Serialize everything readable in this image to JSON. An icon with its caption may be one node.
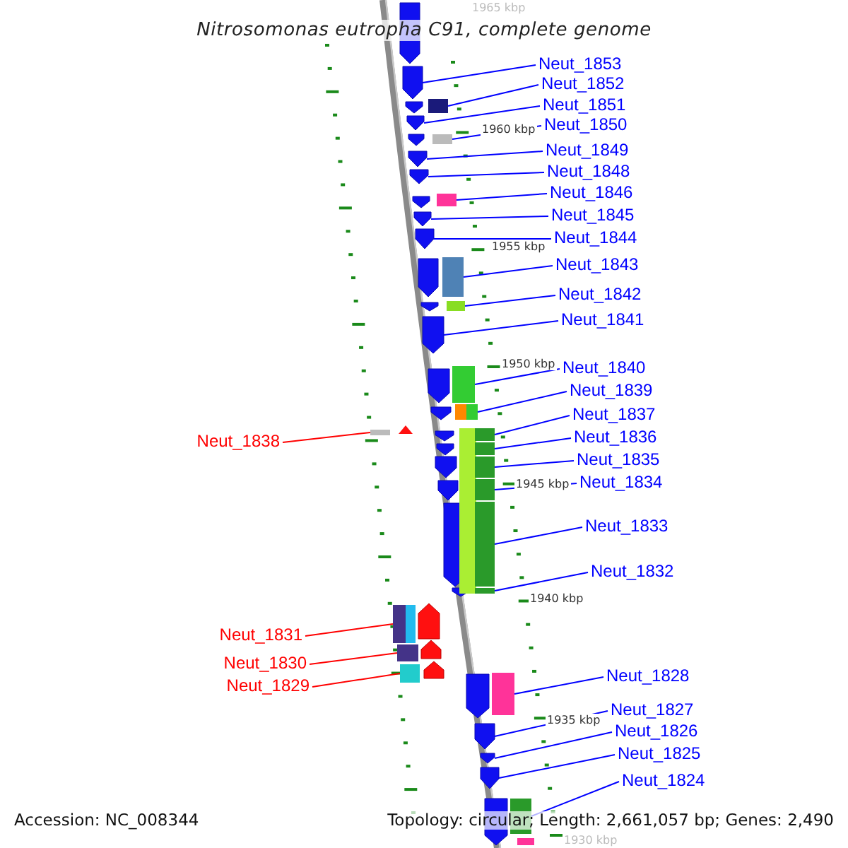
{
  "diagram": {
    "title": "Nitrosomonas eutropha C91, complete genome",
    "nodes": [
      {
        "text": [
          "Neut_1853"
        ]
      },
      {
        "text": [
          "Neut_1852"
        ]
      },
      {
        "text": [
          "Neut_1851"
        ]
      },
      {
        "text": [
          "Neut_1850"
        ]
      },
      {
        "text": [
          "Neut_1849"
        ]
      },
      {
        "text": [
          "Neut_1848"
        ]
      },
      {
        "text": [
          "Neut_1846"
        ]
      },
      {
        "text": [
          "Neut_1845"
        ]
      },
      {
        "text": [
          "Neut_1844"
        ]
      },
      {
        "text": [
          "Neut_1843"
        ]
      },
      {
        "text": [
          "Neut_1842"
        ]
      },
      {
        "text": [
          "Neut_1841"
        ]
      },
      {
        "text": [
          "Neut_1840"
        ]
      },
      {
        "text": [
          "Neut_1839"
        ]
      },
      {
        "text": [
          "Neut_1837"
        ]
      },
      {
        "text": [
          "Neut_1836"
        ]
      },
      {
        "text": [
          "Neut_1838"
        ]
      },
      {
        "text": [
          "Neut_1835"
        ]
      },
      {
        "text": [
          "Neut_1834"
        ]
      },
      {
        "text": [
          "Neut_1833"
        ]
      },
      {
        "text": [
          "Neut_1832"
        ]
      },
      {
        "text": [
          "Neut_1831"
        ]
      },
      {
        "text": [
          "Neut_1830"
        ]
      },
      {
        "text": [
          "Neut_1828"
        ]
      },
      {
        "text": [
          "Neut_1829"
        ]
      },
      {
        "text": [
          "Neut_1827"
        ]
      },
      {
        "text": [
          "Neut_1826"
        ]
      },
      {
        "text": [
          "Neut_1825"
        ]
      },
      {
        "text": [
          "Neut_1824"
        ]
      },
      {
        "text": [],
        "shape": "pentagon"
      },
      {
        "text": [],
        "shape": "box"
      },
      {
        "text": [],
        "shape": "pentagon"
      },
      {
        "text": [],
        "shape": "box"
      },
      {
        "text": [],
        "shape": "pentagon"
      },
      {
        "text": [],
        "shape": "pentagon"
      },
      {
        "text": [],
        "shape": "box"
      },
      {
        "text": [],
        "shape": "pentagon"
      },
      {
        "text": [],
        "shape": "pentagon"
      },
      {
        "text": [],
        "shape": "box"
      },
      {
        "text": [],
        "shape": "box"
      },
      {
        "text": [],
        "shape": "pentagon"
      },
      {
        "text": [],
        "shape": "box"
      },
      {
        "text": [],
        "shape": "box"
      },
      {
        "text": [],
        "shape": "box"
      },
      {
        "text": [],
        "shape": "box"
      },
      {
        "text": [],
        "shape": "box"
      },
      {
        "text": [],
        "shape": "box"
      },
      {
        "text": [],
        "shape": "box"
      },
      {
        "text": [],
        "shape": "box"
      },
      {
        "text": [],
        "shape": "box"
      },
      {
        "text": [],
        "shape": "box"
      },
      {
        "text": [],
        "shape": "box"
      },
      {
        "text": [],
        "shape": "box"
      },
      {
        "text": [],
        "shape": "box"
      },
      {
        "text": [],
        "shape": "pentagon"
      },
      {
        "text": [],
        "shape": "pentagon"
      },
      {
        "text": [],
        "shape": "pentagon"
      },
      {
        "text": [],
        "shape": "box"
      },
      {
        "text": [],
        "shape": "pentagon"
      },
      {
        "text": [],
        "shape": "pentagon"
      },
      {
        "text": [],
        "shape": "pentagon"
      },
      {
        "text": [],
        "shape": "pentagon"
      },
      {
        "text": [],
        "shape": "pentagon"
      },
      {
        "text": [],
        "shape": "pentagon"
      }
    ],
    "edges": [
      {
        "from": 0,
        "to": 29,
        "arrow": "none"
      },
      {
        "from": 1,
        "to": 30,
        "arrow": "none"
      },
      {
        "from": 2,
        "to": 31,
        "arrow": "none"
      },
      {
        "from": 3,
        "to": 32,
        "arrow": "none"
      },
      {
        "from": 4,
        "to": 33,
        "arrow": "none"
      },
      {
        "from": 5,
        "to": 34,
        "arrow": "none"
      },
      {
        "from": 6,
        "to": 35,
        "arrow": "none"
      },
      {
        "from": 7,
        "to": 36,
        "arrow": "none"
      },
      {
        "from": 8,
        "to": 37,
        "arrow": "none"
      },
      {
        "from": 9,
        "to": 38,
        "arrow": "none"
      },
      {
        "from": 10,
        "to": 39,
        "arrow": "none"
      },
      {
        "from": 11,
        "to": 40,
        "arrow": "none"
      },
      {
        "from": 12,
        "to": 41,
        "arrow": "none"
      },
      {
        "from": 13,
        "to": 42,
        "arrow": "none"
      },
      {
        "from": 14,
        "to": 43,
        "arrow": "none"
      },
      {
        "from": 15,
        "to": 44,
        "arrow": "none"
      },
      {
        "from": 16,
        "to": 45,
        "arrow": "none",
        "color": "#ff0000"
      },
      {
        "from": 17,
        "to": 46,
        "arrow": "none"
      },
      {
        "from": 18,
        "to": 47,
        "arrow": "none"
      },
      {
        "from": 19,
        "to": 48,
        "arrow": "none"
      },
      {
        "from": 20,
        "to": 49,
        "arrow": "none"
      },
      {
        "from": 21,
        "to": 50,
        "arrow": "none",
        "color": "#ff0000"
      },
      {
        "from": 22,
        "to": 51,
        "arrow": "none",
        "color": "#ff0000"
      },
      {
        "from": 23,
        "to": 52,
        "arrow": "none"
      },
      {
        "from": 24,
        "to": 53,
        "arrow": "none",
        "color": "#ff0000"
      },
      {
        "from": 25,
        "to": 54,
        "arrow": "none"
      },
      {
        "from": 26,
        "to": 55,
        "arrow": "none"
      },
      {
        "from": 27,
        "to": 56,
        "arrow": "none"
      },
      {
        "from": 28,
        "to": 57,
        "arrow": "none"
      }
    ],
    "labels": [
      "1965 kbp",
      "1960 kbp",
      "1955 kbp",
      "1950 kbp",
      "1945 kbp",
      "1940 kbp",
      "1935 kbp",
      "1930 kbp",
      "Accession: NC_008344",
      "Topology: circular; Length: 2,661,057 bp; Genes: 2,490"
    ]
  }
}
